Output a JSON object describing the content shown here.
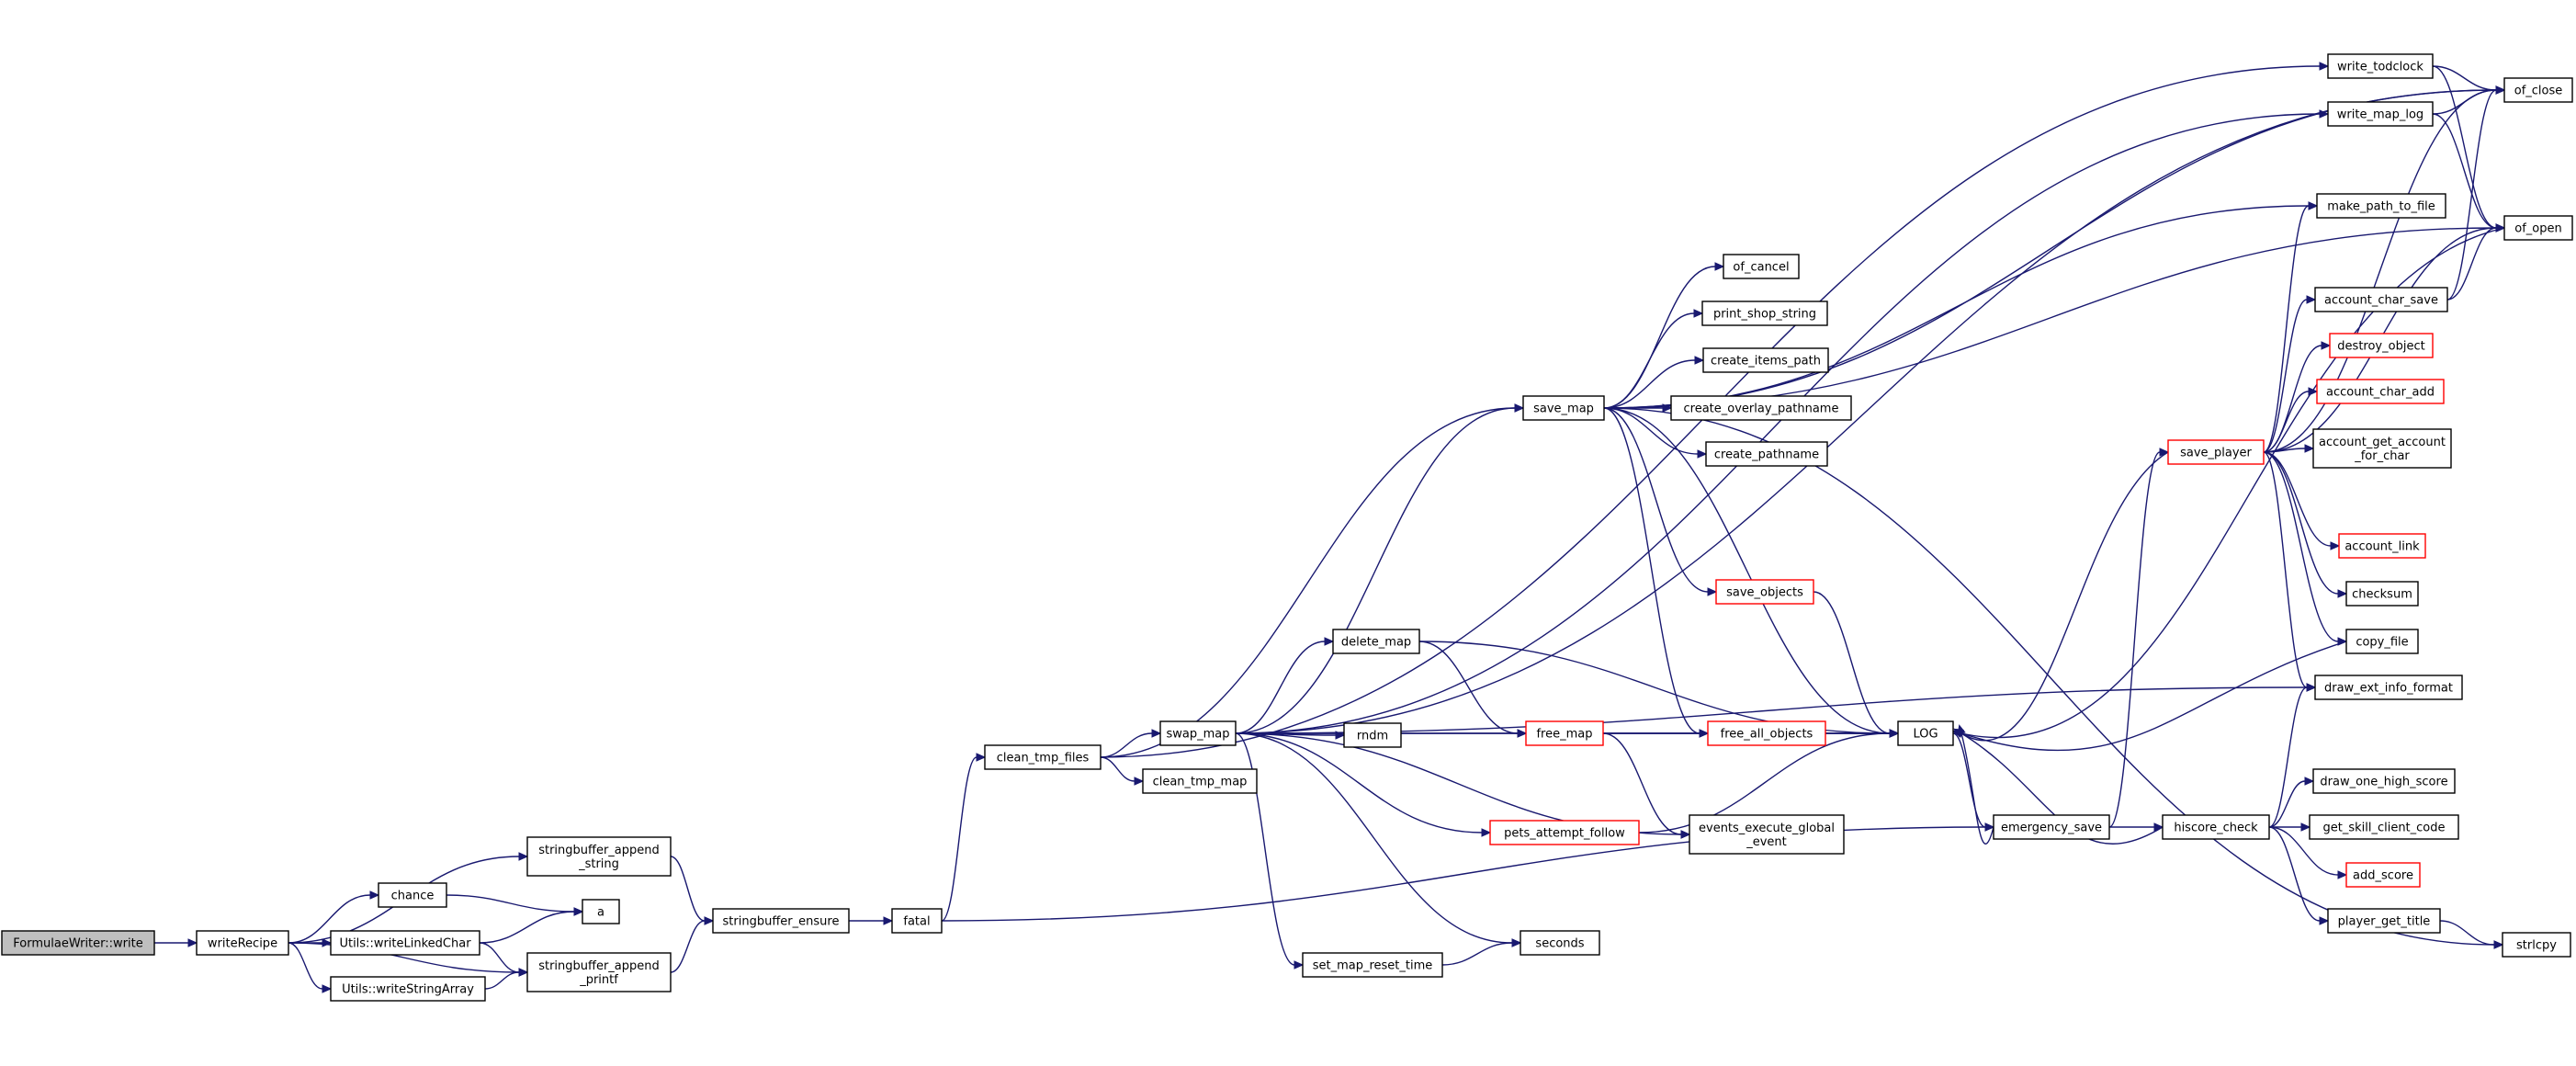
{
  "graph": {
    "nodes": [
      {
        "id": "formulaewriter_write",
        "label": [
          "FormulaeWriter::write"
        ],
        "style": "root"
      },
      {
        "id": "writerecipe",
        "label": [
          "writeRecipe"
        ],
        "style": "normal"
      },
      {
        "id": "chance",
        "label": [
          "chance"
        ],
        "style": "normal"
      },
      {
        "id": "utils_writelinkedchar",
        "label": [
          "Utils::writeLinkedChar"
        ],
        "style": "normal"
      },
      {
        "id": "utils_writestringarray",
        "label": [
          "Utils::writeStringArray"
        ],
        "style": "normal"
      },
      {
        "id": "stringbuffer_append_string",
        "label": [
          "stringbuffer_append",
          "_string"
        ],
        "style": "normal"
      },
      {
        "id": "a",
        "label": [
          "a"
        ],
        "style": "normal"
      },
      {
        "id": "stringbuffer_append_printf",
        "label": [
          "stringbuffer_append",
          "_printf"
        ],
        "style": "normal"
      },
      {
        "id": "stringbuffer_ensure",
        "label": [
          "stringbuffer_ensure"
        ],
        "style": "normal"
      },
      {
        "id": "fatal",
        "label": [
          "fatal"
        ],
        "style": "normal"
      },
      {
        "id": "clean_tmp_files",
        "label": [
          "clean_tmp_files"
        ],
        "style": "normal"
      },
      {
        "id": "swap_map",
        "label": [
          "swap_map"
        ],
        "style": "normal"
      },
      {
        "id": "clean_tmp_map",
        "label": [
          "clean_tmp_map"
        ],
        "style": "normal"
      },
      {
        "id": "delete_map",
        "label": [
          "delete_map"
        ],
        "style": "normal"
      },
      {
        "id": "rndm",
        "label": [
          "rndm"
        ],
        "style": "normal"
      },
      {
        "id": "pets_attempt_follow",
        "label": [
          "pets_attempt_follow"
        ],
        "style": "truncated"
      },
      {
        "id": "set_map_reset_time",
        "label": [
          "set_map_reset_time"
        ],
        "style": "normal"
      },
      {
        "id": "seconds",
        "label": [
          "seconds"
        ],
        "style": "normal"
      },
      {
        "id": "save_map",
        "label": [
          "save_map"
        ],
        "style": "normal"
      },
      {
        "id": "of_cancel",
        "label": [
          "of_cancel"
        ],
        "style": "normal"
      },
      {
        "id": "print_shop_string",
        "label": [
          "print_shop_string"
        ],
        "style": "normal"
      },
      {
        "id": "create_items_path",
        "label": [
          "create_items_path"
        ],
        "style": "normal"
      },
      {
        "id": "create_overlay_pathname",
        "label": [
          "create_overlay_pathname"
        ],
        "style": "normal"
      },
      {
        "id": "create_pathname",
        "label": [
          "create_pathname"
        ],
        "style": "normal"
      },
      {
        "id": "save_objects",
        "label": [
          "save_objects"
        ],
        "style": "truncated"
      },
      {
        "id": "free_map",
        "label": [
          "free_map"
        ],
        "style": "truncated"
      },
      {
        "id": "free_all_objects",
        "label": [
          "free_all_objects"
        ],
        "style": "truncated"
      },
      {
        "id": "events_execute_global_event",
        "label": [
          "events_execute_global",
          "_event"
        ],
        "style": "normal"
      },
      {
        "id": "log",
        "label": [
          "LOG"
        ],
        "style": "normal"
      },
      {
        "id": "emergency_save",
        "label": [
          "emergency_save"
        ],
        "style": "normal"
      },
      {
        "id": "hiscore_check",
        "label": [
          "hiscore_check"
        ],
        "style": "normal"
      },
      {
        "id": "save_player",
        "label": [
          "save_player"
        ],
        "style": "truncated"
      },
      {
        "id": "write_todclock",
        "label": [
          "write_todclock"
        ],
        "style": "normal"
      },
      {
        "id": "write_map_log",
        "label": [
          "write_map_log"
        ],
        "style": "normal"
      },
      {
        "id": "make_path_to_file",
        "label": [
          "make_path_to_file"
        ],
        "style": "normal"
      },
      {
        "id": "of_close",
        "label": [
          "of_close"
        ],
        "style": "normal"
      },
      {
        "id": "of_open",
        "label": [
          "of_open"
        ],
        "style": "normal"
      },
      {
        "id": "account_char_save",
        "label": [
          "account_char_save"
        ],
        "style": "normal"
      },
      {
        "id": "destroy_object",
        "label": [
          "destroy_object"
        ],
        "style": "truncated"
      },
      {
        "id": "account_char_add",
        "label": [
          "account_char_add"
        ],
        "style": "truncated"
      },
      {
        "id": "account_get_account_for_char",
        "label": [
          "account_get_account",
          "_for_char"
        ],
        "style": "normal"
      },
      {
        "id": "account_link",
        "label": [
          "account_link"
        ],
        "style": "truncated"
      },
      {
        "id": "checksum",
        "label": [
          "checksum"
        ],
        "style": "normal"
      },
      {
        "id": "copy_file",
        "label": [
          "copy_file"
        ],
        "style": "normal"
      },
      {
        "id": "draw_ext_info_format",
        "label": [
          "draw_ext_info_format"
        ],
        "style": "normal"
      },
      {
        "id": "draw_one_high_score",
        "label": [
          "draw_one_high_score"
        ],
        "style": "normal"
      },
      {
        "id": "get_skill_client_code",
        "label": [
          "get_skill_client_code"
        ],
        "style": "normal"
      },
      {
        "id": "add_score",
        "label": [
          "add_score"
        ],
        "style": "truncated"
      },
      {
        "id": "player_get_title",
        "label": [
          "player_get_title"
        ],
        "style": "normal"
      },
      {
        "id": "strlcpy",
        "label": [
          "strlcpy"
        ],
        "style": "normal"
      }
    ],
    "edges": [
      [
        "formulaewriter_write",
        "writerecipe"
      ],
      [
        "writerecipe",
        "stringbuffer_append_string"
      ],
      [
        "writerecipe",
        "chance"
      ],
      [
        "writerecipe",
        "utils_writelinkedchar"
      ],
      [
        "writerecipe",
        "utils_writestringarray"
      ],
      [
        "writerecipe",
        "stringbuffer_append_printf"
      ],
      [
        "chance",
        "a"
      ],
      [
        "utils_writelinkedchar",
        "a"
      ],
      [
        "utils_writelinkedchar",
        "stringbuffer_append_printf"
      ],
      [
        "utils_writestringarray",
        "stringbuffer_append_printf"
      ],
      [
        "stringbuffer_append_string",
        "stringbuffer_ensure"
      ],
      [
        "stringbuffer_append_printf",
        "stringbuffer_ensure"
      ],
      [
        "stringbuffer_ensure",
        "fatal"
      ],
      [
        "fatal",
        "clean_tmp_files"
      ],
      [
        "fatal",
        "emergency_save"
      ],
      [
        "clean_tmp_files",
        "swap_map"
      ],
      [
        "clean_tmp_files",
        "clean_tmp_map"
      ],
      [
        "clean_tmp_files",
        "save_map"
      ],
      [
        "clean_tmp_files",
        "write_todclock"
      ],
      [
        "swap_map",
        "save_map"
      ],
      [
        "swap_map",
        "delete_map"
      ],
      [
        "swap_map",
        "rndm"
      ],
      [
        "swap_map",
        "free_map"
      ],
      [
        "swap_map",
        "pets_attempt_follow"
      ],
      [
        "swap_map",
        "set_map_reset_time"
      ],
      [
        "swap_map",
        "seconds"
      ],
      [
        "swap_map",
        "events_execute_global_event"
      ],
      [
        "swap_map",
        "log"
      ],
      [
        "swap_map",
        "draw_ext_info_format"
      ],
      [
        "swap_map",
        "write_map_log"
      ],
      [
        "swap_map",
        "of_close"
      ],
      [
        "delete_map",
        "free_map"
      ],
      [
        "delete_map",
        "log"
      ],
      [
        "free_map",
        "free_all_objects"
      ],
      [
        "free_map",
        "log"
      ],
      [
        "free_map",
        "events_execute_global_event"
      ],
      [
        "free_all_objects",
        "log"
      ],
      [
        "pets_attempt_follow",
        "log"
      ],
      [
        "set_map_reset_time",
        "seconds"
      ],
      [
        "save_map",
        "of_cancel"
      ],
      [
        "save_map",
        "print_shop_string"
      ],
      [
        "save_map",
        "create_items_path"
      ],
      [
        "save_map",
        "create_overlay_pathname"
      ],
      [
        "save_map",
        "create_pathname"
      ],
      [
        "save_map",
        "save_objects"
      ],
      [
        "save_map",
        "free_all_objects"
      ],
      [
        "save_map",
        "log"
      ],
      [
        "save_map",
        "make_path_to_file"
      ],
      [
        "save_map",
        "of_open"
      ],
      [
        "save_map",
        "of_close"
      ],
      [
        "save_map",
        "strlcpy"
      ],
      [
        "save_objects",
        "log"
      ],
      [
        "log",
        "emergency_save"
      ],
      [
        "emergency_save",
        "log"
      ],
      [
        "emergency_save",
        "hiscore_check"
      ],
      [
        "emergency_save",
        "save_player"
      ],
      [
        "hiscore_check",
        "log"
      ],
      [
        "hiscore_check",
        "draw_one_high_score"
      ],
      [
        "hiscore_check",
        "get_skill_client_code"
      ],
      [
        "hiscore_check",
        "add_score"
      ],
      [
        "hiscore_check",
        "player_get_title"
      ],
      [
        "hiscore_check",
        "draw_ext_info_format"
      ],
      [
        "save_player",
        "log"
      ],
      [
        "save_player",
        "make_path_to_file"
      ],
      [
        "save_player",
        "of_open"
      ],
      [
        "save_player",
        "of_close"
      ],
      [
        "save_player",
        "account_char_save"
      ],
      [
        "save_player",
        "destroy_object"
      ],
      [
        "save_player",
        "account_char_add"
      ],
      [
        "save_player",
        "account_get_account_for_char"
      ],
      [
        "save_player",
        "account_link"
      ],
      [
        "save_player",
        "checksum"
      ],
      [
        "save_player",
        "copy_file"
      ],
      [
        "save_player",
        "draw_ext_info_format"
      ],
      [
        "copy_file",
        "log"
      ],
      [
        "account_char_save",
        "of_open"
      ],
      [
        "account_char_save",
        "of_close"
      ],
      [
        "write_todclock",
        "of_close"
      ],
      [
        "write_todclock",
        "of_open"
      ],
      [
        "write_map_log",
        "of_close"
      ],
      [
        "write_map_log",
        "of_open"
      ],
      [
        "player_get_title",
        "strlcpy"
      ],
      [
        "of_open",
        "log"
      ]
    ]
  },
  "colors": {
    "edge": "#191970",
    "node_border": "#000000",
    "truncated_border": "#ff0000",
    "root_fill": "#bfbfbf",
    "node_fill": "#ffffff"
  }
}
